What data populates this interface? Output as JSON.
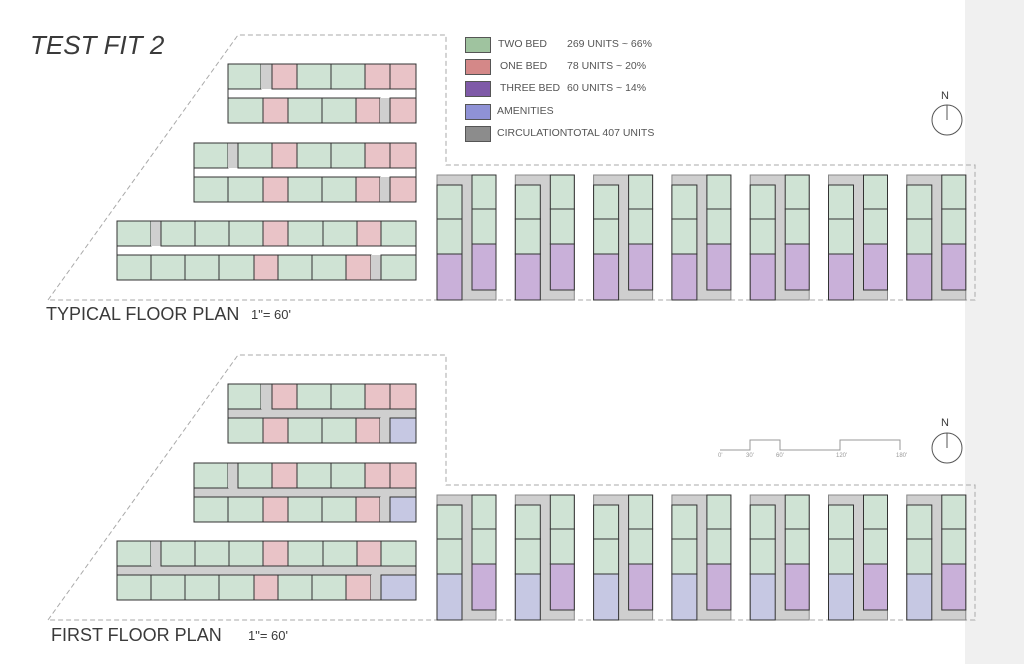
{
  "title": "TEST FIT 2",
  "colors": {
    "two_bed": "#cfe3d4",
    "one_bed": "#e9c3c7",
    "three_bed": "#c9b0d9",
    "amenities": "#c6c8e3",
    "circulation": "#cfcfcf",
    "stroke": "#333333"
  },
  "legend": [
    {
      "label": "TWO BED",
      "value": "269 UNITS ~ 66%",
      "swatch": "#9fc39f"
    },
    {
      "label": "ONE BED",
      "value": "78 UNITS ~ 20%",
      "swatch": "#d48888"
    },
    {
      "label": "THREE BED",
      "value": "60 UNITS ~ 14%",
      "swatch": "#7f5aa8"
    },
    {
      "label": "AMENITIES",
      "value": "",
      "swatch": "#8f92d6"
    },
    {
      "label": "CIRCULATION",
      "value": "TOTAL 407  UNITS",
      "swatch": "#8c8c8c"
    }
  ],
  "plans": [
    {
      "label": "TYPICAL FLOOR PLAN",
      "scale": "1\"= 60'",
      "type": "typical"
    },
    {
      "label": "FIRST FLOOR PLAN",
      "scale": "1\"= 60'",
      "type": "first"
    }
  ],
  "north_label": "N",
  "scale_bar": [
    "0'",
    "30'",
    "60'",
    "120'",
    "180'"
  ],
  "bars_typical": [
    {
      "rows": [
        [
          "g",
          "c",
          "p",
          "g",
          "g",
          "p",
          "p"
        ],
        [
          "g",
          "p",
          "g",
          "g",
          "p",
          "c",
          "p"
        ]
      ]
    },
    {
      "rows": [
        [
          "g",
          "c",
          "g",
          "p",
          "g",
          "g",
          "p",
          "p"
        ],
        [
          "g",
          "g",
          "p",
          "g",
          "g",
          "p",
          "c",
          "p"
        ]
      ]
    },
    {
      "rows": [
        [
          "g",
          "c",
          "g",
          "g",
          "g",
          "p",
          "g",
          "g",
          "p",
          "g"
        ],
        [
          "g",
          "g",
          "g",
          "g",
          "p",
          "g",
          "g",
          "p",
          "c",
          "g"
        ]
      ]
    }
  ],
  "bars_first": [
    {
      "rows": [
        [
          "g",
          "c",
          "p",
          "g",
          "g",
          "p",
          "p"
        ],
        [
          "g",
          "p",
          "g",
          "g",
          "p",
          "c",
          "a"
        ]
      ]
    },
    {
      "rows": [
        [
          "g",
          "c",
          "g",
          "p",
          "g",
          "g",
          "p",
          "p"
        ],
        [
          "g",
          "g",
          "p",
          "g",
          "g",
          "p",
          "c",
          "a"
        ]
      ]
    },
    {
      "rows": [
        [
          "g",
          "c",
          "g",
          "g",
          "g",
          "p",
          "g",
          "g",
          "p",
          "g"
        ],
        [
          "g",
          "g",
          "g",
          "g",
          "p",
          "g",
          "g",
          "p",
          "c",
          "a"
        ]
      ]
    }
  ],
  "courtyard_typical": {
    "count": 7,
    "left": [
      "g",
      "g",
      "t"
    ],
    "right": [
      "g",
      "g",
      "t"
    ]
  },
  "courtyard_first": {
    "count": 7,
    "left": [
      "g",
      "g",
      "a"
    ],
    "right": [
      "g",
      "g",
      "t"
    ]
  }
}
